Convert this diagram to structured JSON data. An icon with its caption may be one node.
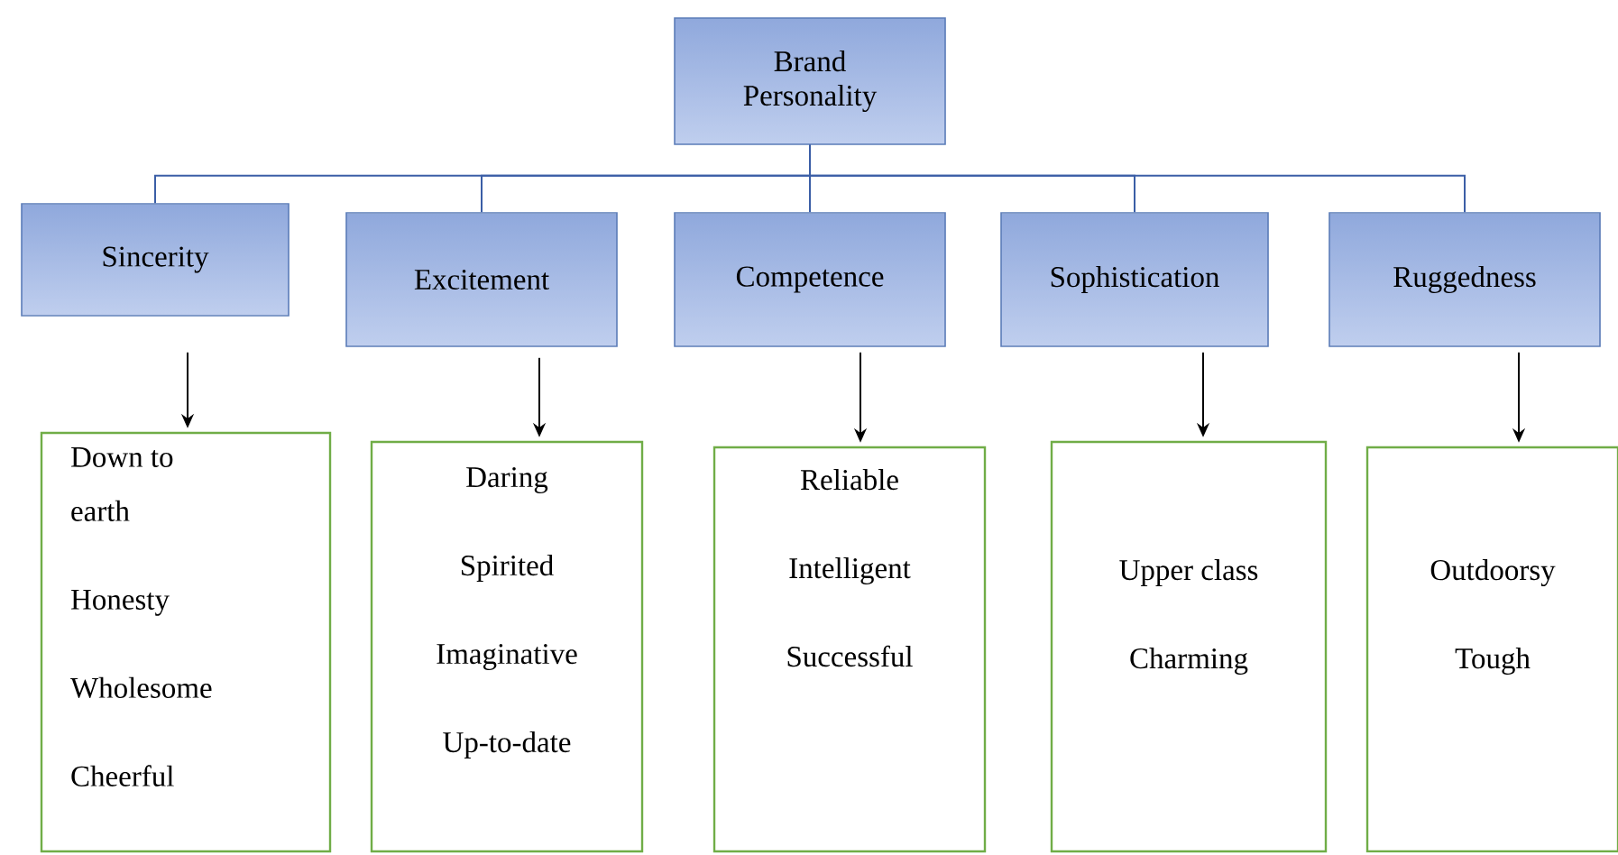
{
  "diagram": {
    "nodes": [
      {
        "text": [
          "Brand Personality"
        ]
      },
      {
        "text": [
          "Sincerity"
        ]
      },
      {
        "text": [
          "Excitement"
        ]
      },
      {
        "text": [
          "Competence"
        ]
      },
      {
        "text": [
          "Sophistication"
        ]
      },
      {
        "text": [
          "Ruggedness"
        ]
      },
      {
        "text": [
          "Down to earth",
          "Honesty",
          "Wholesome",
          "Cheerful"
        ]
      },
      {
        "text": [
          "Daring",
          "Spirited",
          "Imaginative",
          "Up-to-date"
        ]
      },
      {
        "text": [
          "Reliable",
          "Intelligent",
          "Successful"
        ]
      },
      {
        "text": [
          "Upper class",
          "Charming"
        ]
      },
      {
        "text": [
          "Outdoorsy",
          "Tough"
        ]
      }
    ],
    "edges": [
      {
        "from": 0,
        "to": 1,
        "arrow": "none",
        "color": "#3b5ea6"
      },
      {
        "from": 0,
        "to": 2,
        "arrow": "none",
        "color": "#3b5ea6"
      },
      {
        "from": 0,
        "to": 3,
        "arrow": "none",
        "color": "#3b5ea6"
      },
      {
        "from": 0,
        "to": 4,
        "arrow": "none",
        "color": "#3b5ea6"
      },
      {
        "from": 0,
        "to": 5,
        "arrow": "none",
        "color": "#3b5ea6"
      },
      {
        "from": 1,
        "to": 6,
        "arrow": "to",
        "color": "#000000"
      },
      {
        "from": 2,
        "to": 7,
        "arrow": "to",
        "color": "#000000"
      },
      {
        "from": 3,
        "to": 8,
        "arrow": "to",
        "color": "#000000"
      },
      {
        "from": 4,
        "to": 9,
        "arrow": "to",
        "color": "#000000"
      },
      {
        "from": 5,
        "to": 10,
        "arrow": "to",
        "color": "#000000"
      }
    ]
  }
}
